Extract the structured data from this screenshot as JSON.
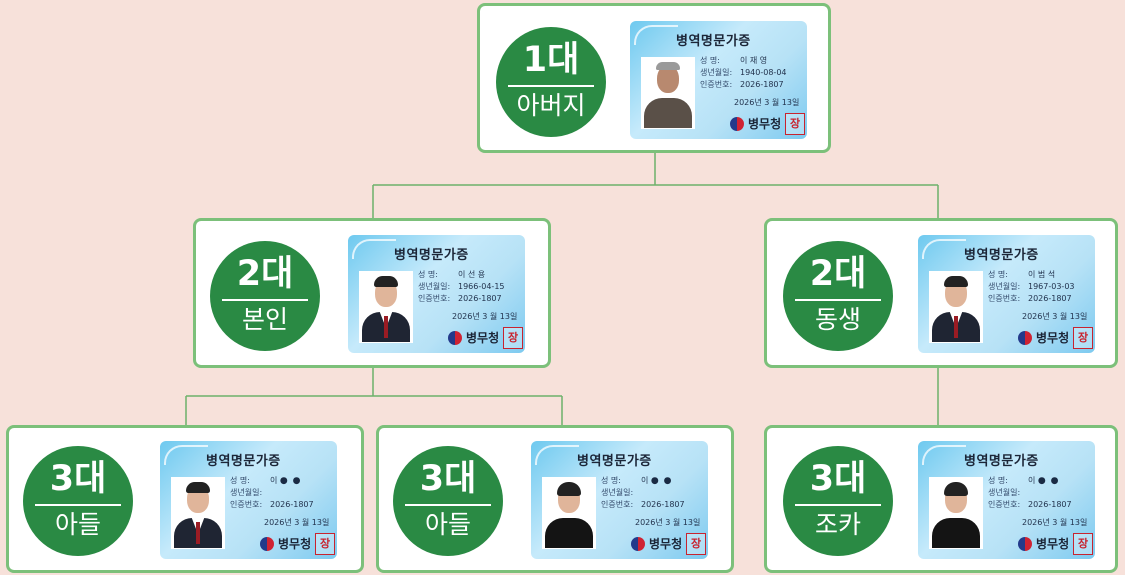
{
  "card_title": "병역명문가증",
  "agency": "병무청",
  "seal_char": "장",
  "labels": {
    "name": "성    명:",
    "birth": "생년월일:",
    "cert": "인증번호:"
  },
  "issue_date": "2026년  3 월  13일",
  "colors": {
    "background": "#f7e1da",
    "node_border": "#7cc07a",
    "circle": "#2a8a44",
    "line": "#6db16b",
    "card_blue": "#6ec9ef"
  },
  "people": {
    "father": {
      "gen": "1대",
      "relation": "아버지",
      "name": "이 재 영",
      "birth": "1940-08-04",
      "cert": "2026-1807",
      "photo_icon": "elderly-man-portrait"
    },
    "self": {
      "gen": "2대",
      "relation": "본인",
      "name": "이 선 용",
      "birth": "1966-04-15",
      "cert": "2026-1807",
      "photo_icon": "man-in-suit-portrait"
    },
    "brother": {
      "gen": "2대",
      "relation": "동생",
      "name": "이 범 석",
      "birth": "1967-03-03",
      "cert": "2026-1807",
      "photo_icon": "man-in-suit-portrait"
    },
    "son1": {
      "gen": "3대",
      "relation": "아들",
      "name": "이",
      "masked": "● ●",
      "birth": "",
      "cert": "2026-1807",
      "photo_icon": "young-man-in-suit-portrait"
    },
    "son2": {
      "gen": "3대",
      "relation": "아들",
      "name": "이",
      "masked": "● ●",
      "birth": "",
      "cert": "2026-1807",
      "photo_icon": "young-man-portrait"
    },
    "nephew": {
      "gen": "3대",
      "relation": "조카",
      "name": "이",
      "masked": "● ●",
      "birth": "",
      "cert": "2026-1807",
      "photo_icon": "young-man-portrait"
    }
  }
}
